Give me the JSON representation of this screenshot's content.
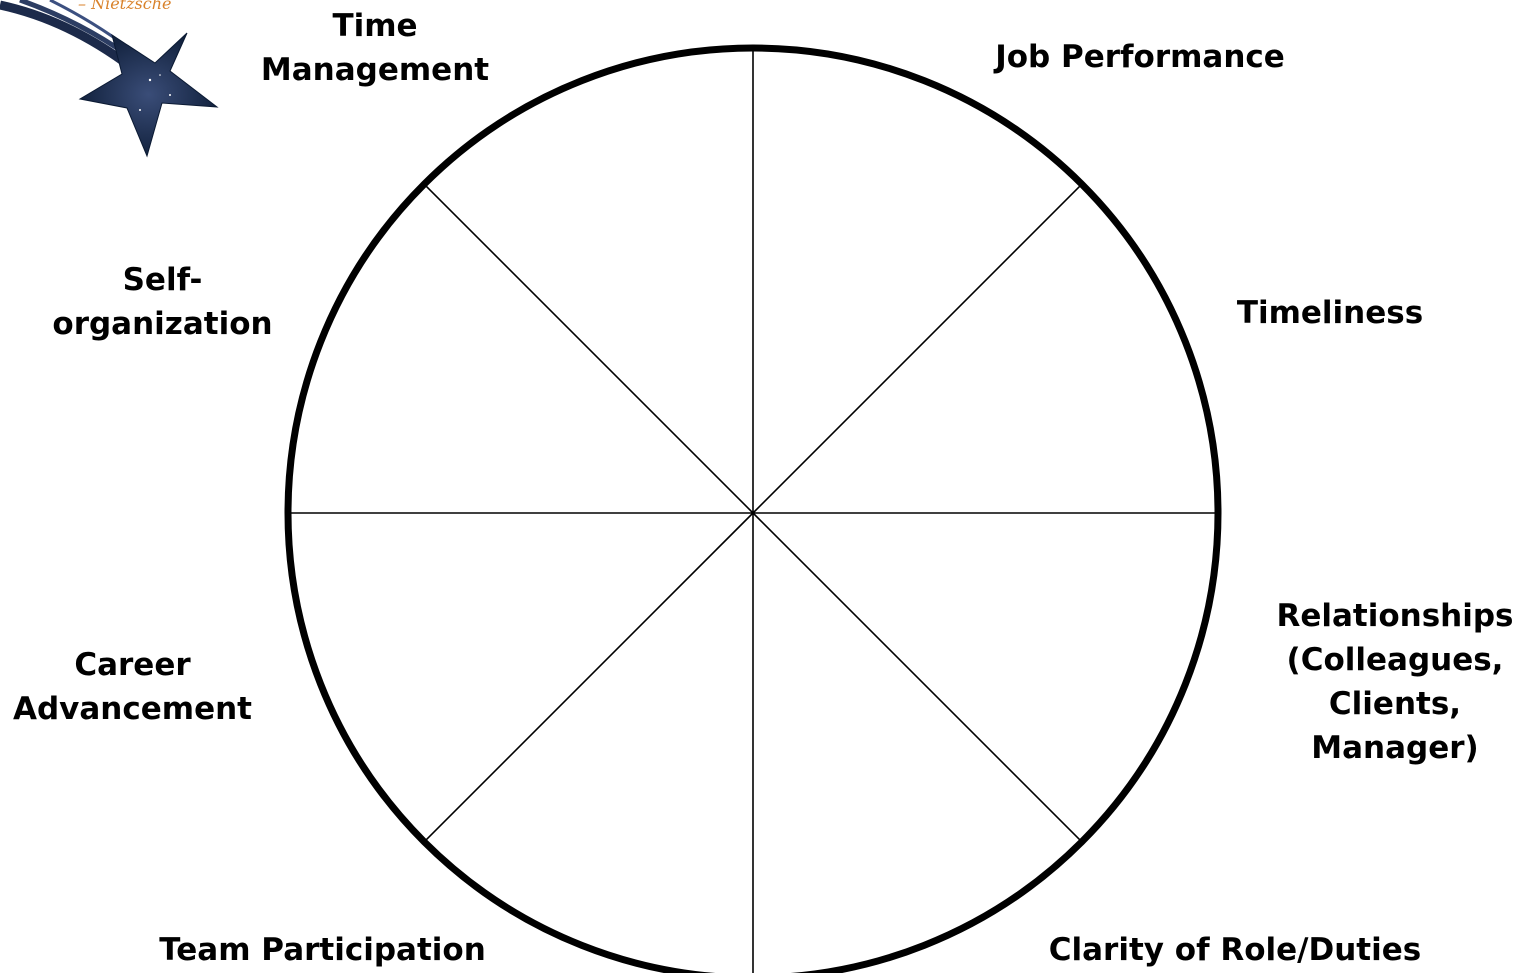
{
  "quote": {
    "attribution": "– Nietzsche"
  },
  "wheel": {
    "segments": [
      {
        "label": "Job Performance"
      },
      {
        "label": "Timeliness"
      },
      {
        "label": "Relationships\n(Colleagues,\nClients,\nManager)"
      },
      {
        "label": "Clarity of Role/Duties"
      },
      {
        "label": "Team Participation"
      },
      {
        "label": "Career\nAdvancement"
      },
      {
        "label": "Self-\norganization"
      },
      {
        "label": "Time\nManagement"
      }
    ]
  },
  "colors": {
    "line": "#000000",
    "star": "#0b1a33",
    "quote": "#d9822b"
  },
  "icons": {
    "decoration": "shooting-star-icon"
  }
}
